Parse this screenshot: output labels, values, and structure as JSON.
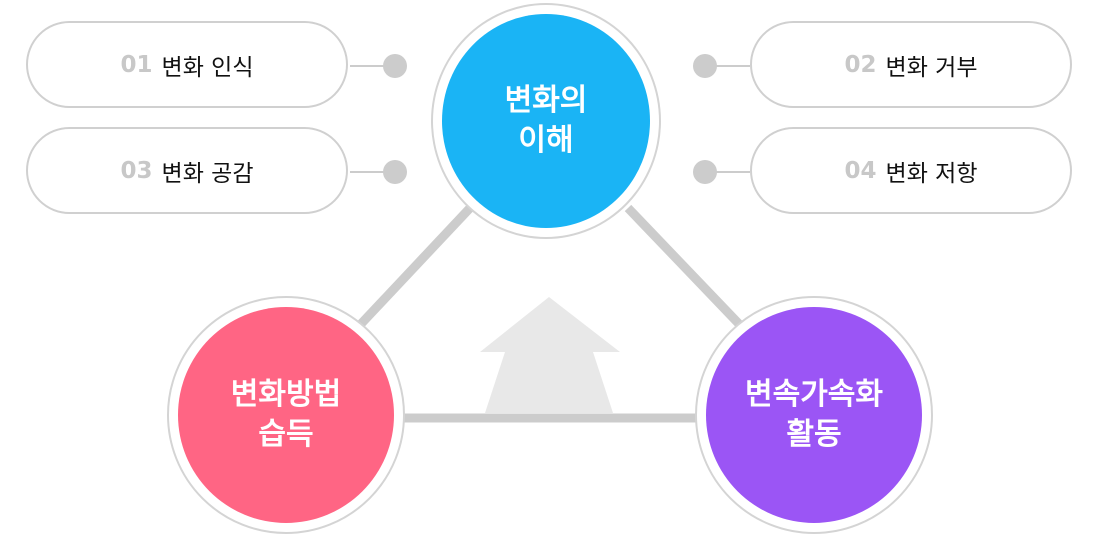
{
  "colors": {
    "top": "#1ab4f5",
    "left": "#ff6584",
    "right": "#9b55f5",
    "line": "#cccccc",
    "arrow": "#e8e8e8"
  },
  "items": [
    {
      "num": "01",
      "label": "변화 인식"
    },
    {
      "num": "02",
      "label": "변화 거부"
    },
    {
      "num": "03",
      "label": "변화 공감"
    },
    {
      "num": "04",
      "label": "변화 저항"
    }
  ],
  "circles": {
    "top": "변화의\n이해",
    "left": "변화방법\n습득",
    "right": "변속가속화\n활동"
  }
}
